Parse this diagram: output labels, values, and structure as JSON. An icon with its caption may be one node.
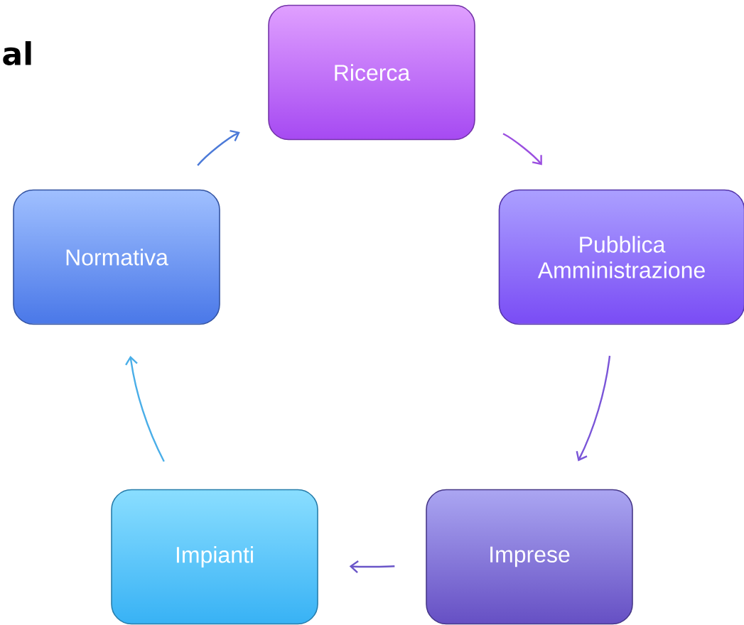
{
  "diagram": {
    "nodes": [
      {
        "text": [
          "Ricerca"
        ]
      },
      {
        "text": [
          "Pubblica Amministrazione"
        ]
      },
      {
        "text": [
          "Imprese"
        ]
      },
      {
        "text": [
          "Impianti"
        ]
      },
      {
        "text": [
          "Normativa"
        ]
      }
    ],
    "edges": [
      {
        "from": 0,
        "to": 1,
        "arrow": "to",
        "color": "#9b4fe0"
      },
      {
        "from": 1,
        "to": 2,
        "arrow": "to",
        "color": "#7a55d8"
      },
      {
        "from": 2,
        "to": 3,
        "arrow": "to",
        "color": "#6a55c8"
      },
      {
        "from": 3,
        "to": 4,
        "arrow": "to",
        "color": "#4aaee8"
      },
      {
        "from": 4,
        "to": 0,
        "arrow": "to",
        "color": "#4c7ad8"
      }
    ],
    "labels": [
      "al"
    ]
  }
}
